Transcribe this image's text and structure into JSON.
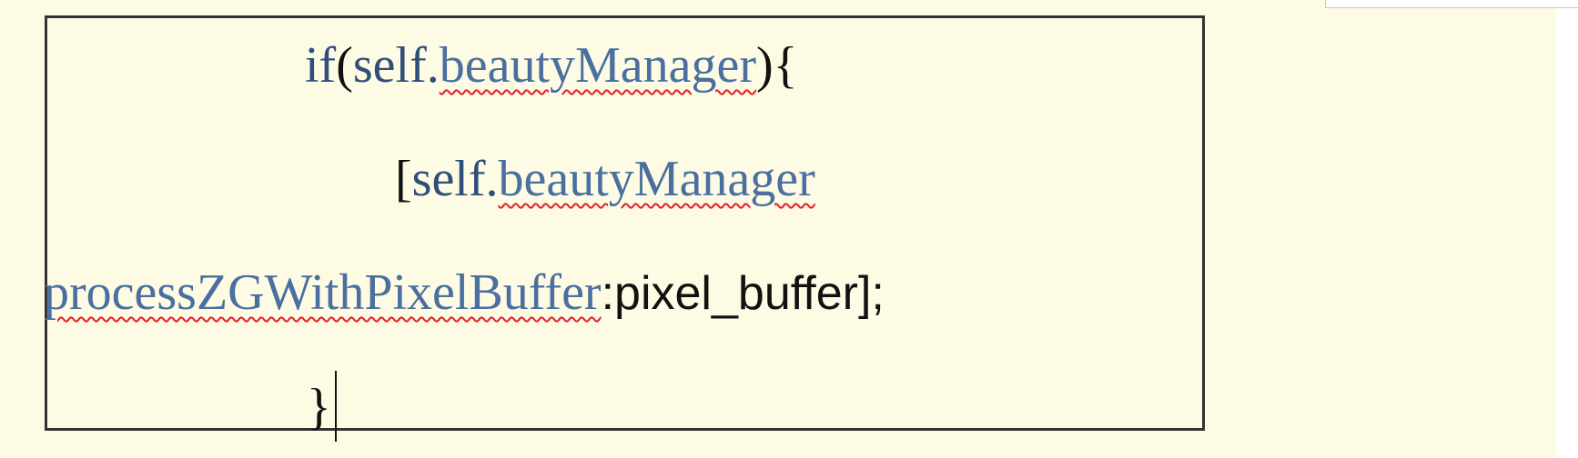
{
  "document": {
    "code_lines": [
      {
        "indent": "if(",
        "keyword": "if",
        "open_paren": "(",
        "self": "self.",
        "member": "beautyManager",
        "close": "){"
      },
      {
        "bracket": "[",
        "self": "self.",
        "member": "beautyManager"
      },
      {
        "method": "processZGWithPixelBuffer",
        "args": ":pixel_buffer];"
      },
      {
        "close": "}"
      }
    ]
  },
  "colors": {
    "page_background": "#fdfbe3",
    "keyword": "#2f4f7a",
    "identifier": "#4a6fa0",
    "text": "#111111",
    "spellcheck_underline": "#e0202a",
    "frame_border": "#333333"
  }
}
